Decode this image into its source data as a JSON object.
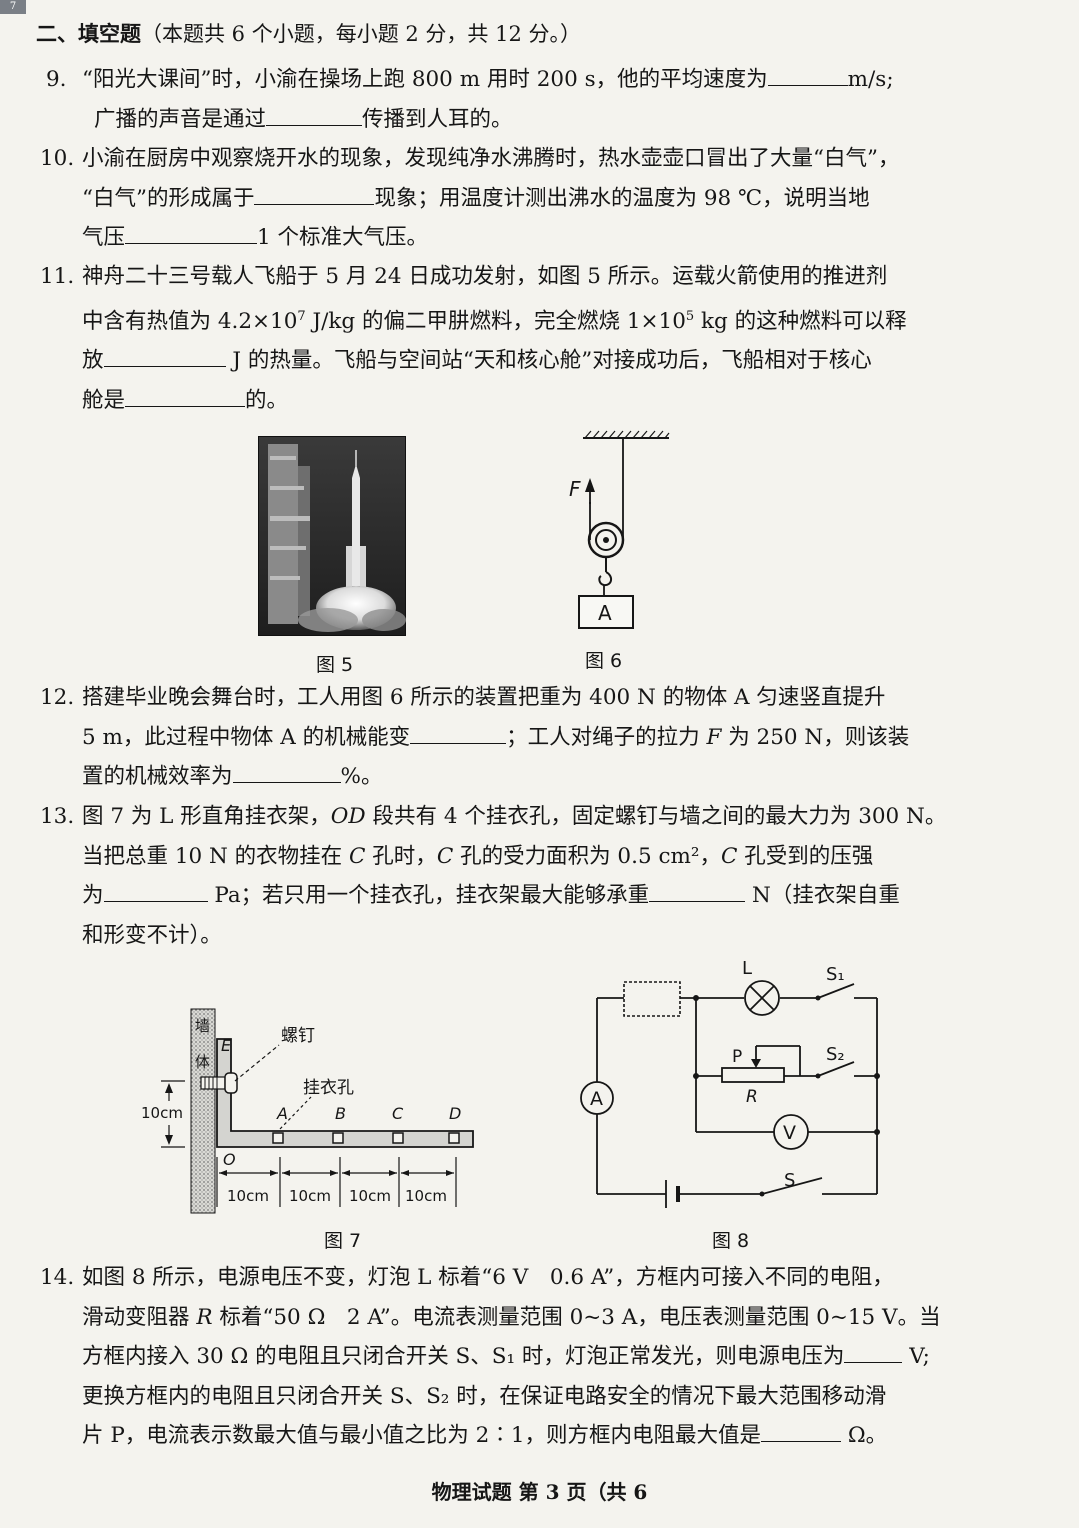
{
  "corner_label": "7",
  "section": {
    "title": "二、填空题",
    "note": "（本题共 6 个小题，每小题 2 分，共 12 分。）"
  },
  "q9": {
    "num": "9.",
    "l1a": "“阳光大课间”时，小渝在操场上跑 800 m 用时 200 s，他的平均速度为",
    "l1b": "m/s;",
    "l2a": "广播的声音是通过",
    "l2b": "传播到人耳的。"
  },
  "q10": {
    "num": "10.",
    "l1": "小渝在厨房中观察烧开水的现象，发现纯净水沸腾时，热水壶壶口冒出了大量“白气”，",
    "l2a": "“白气”的形成属于",
    "l2b": "现象；用温度计测出沸水的温度为 98 ℃，说明当地",
    "l3a": "气压",
    "l3b": "1 个标准大气压。"
  },
  "q11": {
    "num": "11.",
    "l1": "神舟二十三号载人飞船于 5 月 24 日成功发射，如图 5 所示。运载火箭使用的推进剂",
    "l2a": "中含有热值为 4.2×10",
    "l2sup1": "7",
    "l2b": " J/kg 的偏二甲肼燃料，完全燃烧 1×10",
    "l2sup2": "5",
    "l2c": " kg 的这种燃料可以释",
    "l3a": "放",
    "l3b": "J 的热量。飞船与空间站“天和核心舱”对接成功后，飞船相对于核心",
    "l4a": "舱是",
    "l4b": "的。"
  },
  "fig5": {
    "caption": "图 5"
  },
  "fig6": {
    "caption": "图 6",
    "force": "F",
    "block": "A"
  },
  "q12": {
    "num": "12.",
    "l1": "搭建毕业晚会舞台时，工人用图 6 所示的装置把重为 400 N 的物体 A 匀速竖直提升",
    "l2a": "5 m，此过程中物体 A 的机械能变",
    "l2b": "；工人对绳子的拉力 ",
    "l2f": "F",
    "l2c": " 为 250 N，则该装",
    "l3a": "置的机械效率为",
    "l3b": "%。"
  },
  "q13": {
    "num": "13.",
    "l1a": "图 7 为 L 形直角挂衣架，",
    "l1od": "OD",
    "l1b": " 段共有 4 个挂衣孔，固定螺钉与墙之间的最大力为 300 N。",
    "l2a": "当把总重 10 N 的衣物挂在 ",
    "l2c1": "C",
    "l2b": " 孔时，",
    "l2c2": "C",
    "l2c": " 孔的受力面积为 0.5 cm²，",
    "l2c3": "C",
    "l2d": " 孔受到的压强",
    "l3a": "为",
    "l3b": "Pa；若只用一个挂衣孔，挂衣架最大能够承重",
    "l3c": "N（挂衣架自重",
    "l4": "和形变不计）。"
  },
  "fig7": {
    "caption": "图 7",
    "wall1": "墙",
    "wall2": "体",
    "screw": "螺钉",
    "hole_label": "挂衣孔",
    "E": "E",
    "O": "O",
    "A": "A",
    "B": "B",
    "C": "C",
    "D": "D",
    "height": "10cm",
    "seg1": "10cm",
    "seg2": "10cm",
    "seg3": "10cm",
    "seg4": "10cm"
  },
  "fig8": {
    "caption": "图 8",
    "L": "L",
    "S1": "S₁",
    "S2": "S₂",
    "P": "P",
    "R": "R",
    "A": "A",
    "V": "V",
    "S": "S"
  },
  "q14": {
    "num": "14.",
    "l1": "如图 8 所示，电源电压不变，灯泡 L 标着“6 V　0.6 A”，方框内可接入不同的电阻，",
    "l2a": "滑动变阻器 ",
    "l2r": "R",
    "l2b": " 标着“50 Ω　2 A”。电流表测量范围 0~3 A，电压表测量范围 0~15 V。当",
    "l3a": "方框内接入 30 Ω 的电阻且只闭合开关 S、S₁ 时，灯泡正常发光，则电源电压为",
    "l3b": "V;",
    "l4": "更换方框内的电阻且只闭合开关 S、S₂ 时，在保证电路安全的情况下最大范围移动滑",
    "l5a": "片 P，电流表示数最大值与最小值之比为 2∶1，则方框内电阻最大值是",
    "l5b": "Ω。"
  },
  "footer": "物理试题  第 3 页（共 6"
}
